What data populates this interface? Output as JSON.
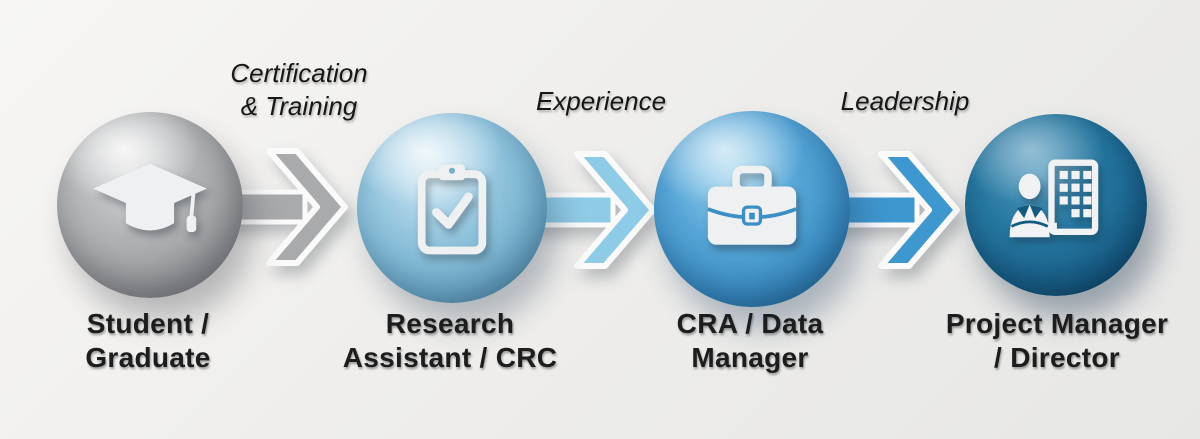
{
  "diagram": {
    "type": "horizontal-process-flow",
    "stage_count": 4
  },
  "stages": [
    {
      "name": "student-graduate",
      "icon": "graduation-cap-icon",
      "label_line1": "Student /",
      "label_line2": "Graduate"
    },
    {
      "name": "research-assistant-crc",
      "icon": "clipboard-check-icon",
      "label_line1": "Research",
      "label_line2": "Assistant / CRC"
    },
    {
      "name": "cra-data-manager",
      "icon": "briefcase-icon",
      "label_line1": "CRA / Data",
      "label_line2": "Manager"
    },
    {
      "name": "project-manager-director",
      "icon": "person-building-icon",
      "label_line1": "Project Manager",
      "label_line2": "/ Director"
    }
  ],
  "transitions": [
    {
      "label_line1": "Certification",
      "label_line2": "& Training"
    },
    {
      "label_line1": "Experience",
      "label_line2": ""
    },
    {
      "label_line1": "Leadership",
      "label_line2": ""
    }
  ],
  "colors": {
    "background": "#efeeec",
    "text": "#1d1d1d",
    "node_gray": "#9b9da0",
    "node_light_blue": "#84bfda",
    "node_blue": "#3d93c9",
    "node_dark_blue": "#18648f",
    "arrow_gray": "#a8aaac",
    "arrow_light_blue": "#8ecbe6",
    "arrow_blue": "#3f97cf",
    "arrow_outline": "#fafafa",
    "icon_white": "#eef0f1"
  }
}
